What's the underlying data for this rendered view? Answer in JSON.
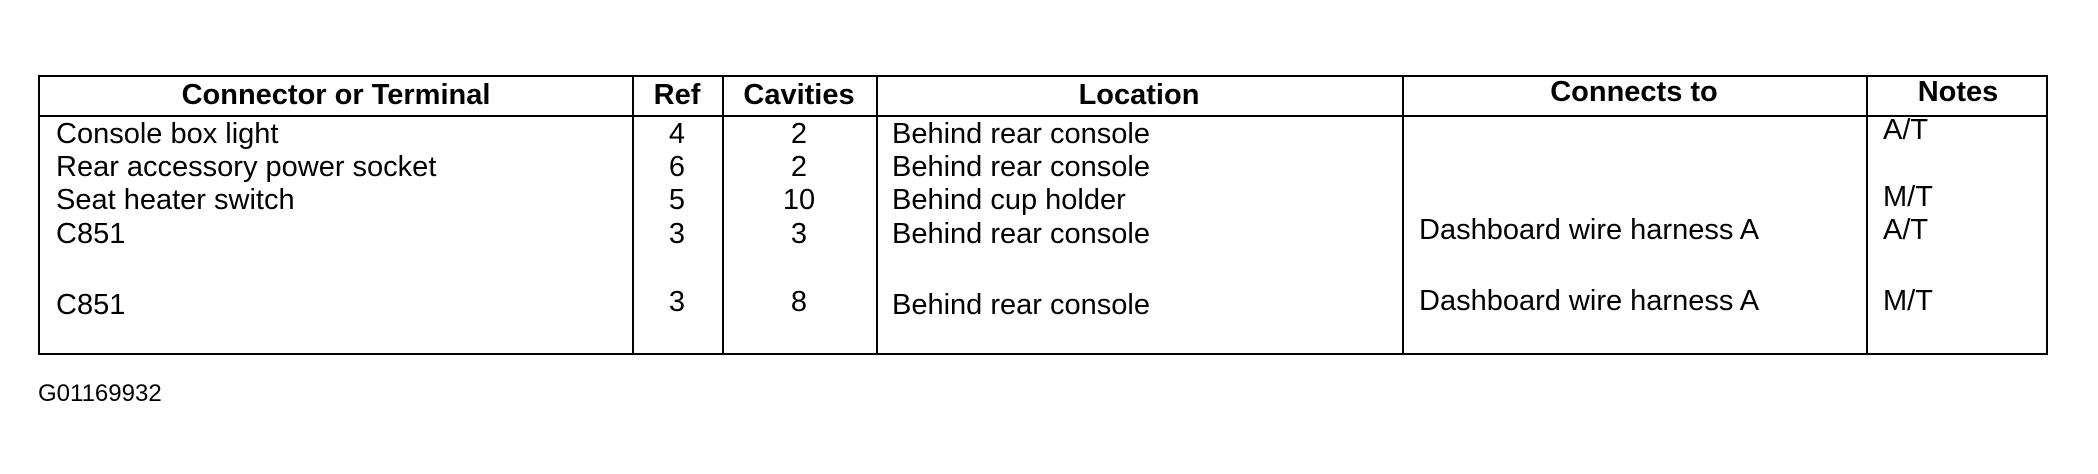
{
  "table": {
    "headers": [
      "Connector or Terminal",
      "Ref",
      "Cavities",
      "Location",
      "Connects to",
      "Notes"
    ],
    "rows": [
      [
        "Console box light",
        "4",
        "2",
        "Behind rear console",
        "",
        "A/T"
      ],
      [
        "Rear accessory power socket",
        "6",
        "2",
        "Behind rear console",
        "",
        ""
      ],
      [
        "Seat heater switch",
        "5",
        "10",
        "Behind cup holder",
        "",
        "M/T"
      ],
      [
        "C851",
        "3",
        "3",
        "Behind rear console",
        "Dashboard wire harness A",
        "A/T"
      ],
      [
        "C851",
        "3",
        "8",
        "Behind rear console",
        "Dashboard wire harness A",
        "M/T"
      ]
    ]
  },
  "footer": {
    "code": "G01169932"
  }
}
